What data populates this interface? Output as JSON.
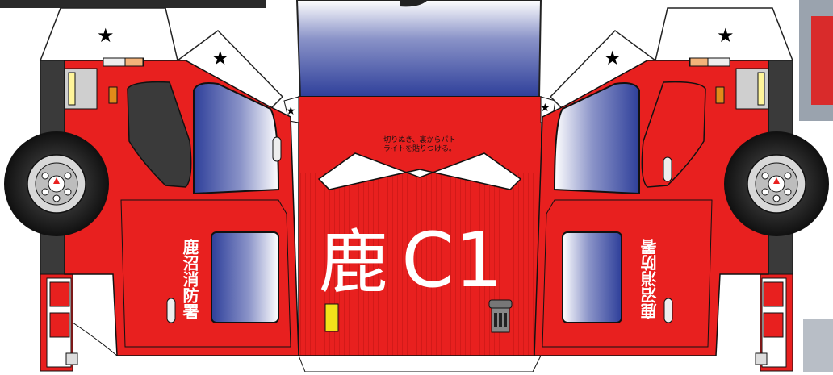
{
  "papercraft": {
    "center_label_kanji": "鹿",
    "center_label_code": "C1",
    "instruction_line1": "切りぬき、裏からパト",
    "instruction_line2": "ライトを貼りつける。",
    "left_door_text": "鹿沼消防署",
    "right_door_text": "鹿沼消防署"
  },
  "colors": {
    "body_red": "#e8201f",
    "dark_grey": "#3a3a3a",
    "window_blue": "#2e3f9a",
    "white": "#ffffff",
    "yellow_marker": "#f2e21a"
  },
  "icons": [
    "star-icon",
    "wheel-icon",
    "door-handle-icon",
    "side-mirror-icon"
  ]
}
